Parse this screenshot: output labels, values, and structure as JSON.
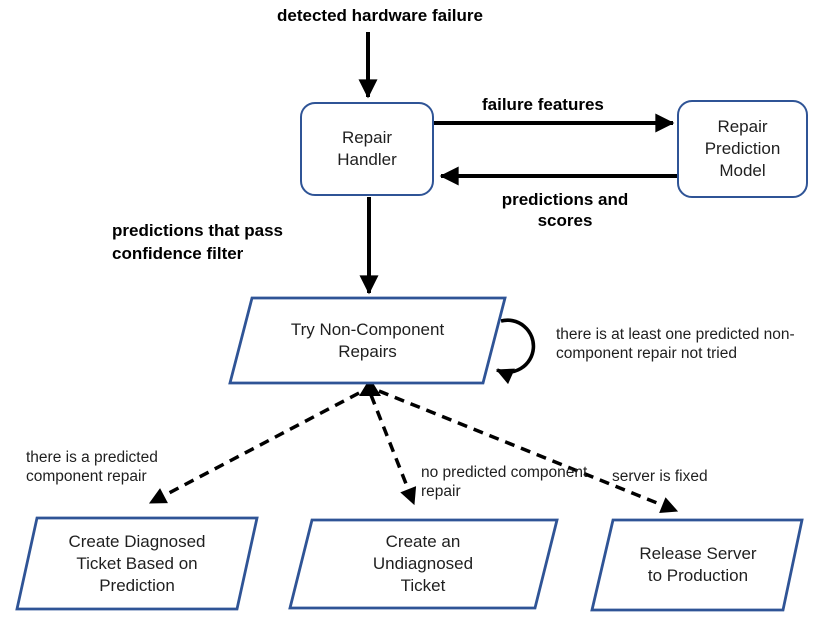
{
  "colors": {
    "node_border": "#2f5496",
    "node_fill": "#ffffff",
    "arrow": "#000000",
    "node_text": "#1f1f1f",
    "label_text": "#000000"
  },
  "nodes": {
    "repair_handler": "Repair Handler",
    "repair_prediction_model": "Repair Prediction Model",
    "try_non_component_repairs": "Try Non-Component Repairs",
    "create_diagnosed_ticket": "Create Diagnosed Ticket Based on Prediction",
    "create_undiagnosed_ticket": "Create an Undiagnosed Ticket",
    "release_server_to_production": "Release Server to Production"
  },
  "labels": {
    "detected_hardware_failure": "detected hardware failure",
    "failure_features": "failure features",
    "predictions_and_scores": "predictions and scores",
    "predictions_that_pass": "predictions that pass confidence filter",
    "loop_condition": "there is at least one predicted non-component repair not tried",
    "component_repair_condition": "there is a predicted component repair",
    "no_component_repair_condition": "no predicted component repair",
    "server_fixed_condition": "server is fixed"
  }
}
